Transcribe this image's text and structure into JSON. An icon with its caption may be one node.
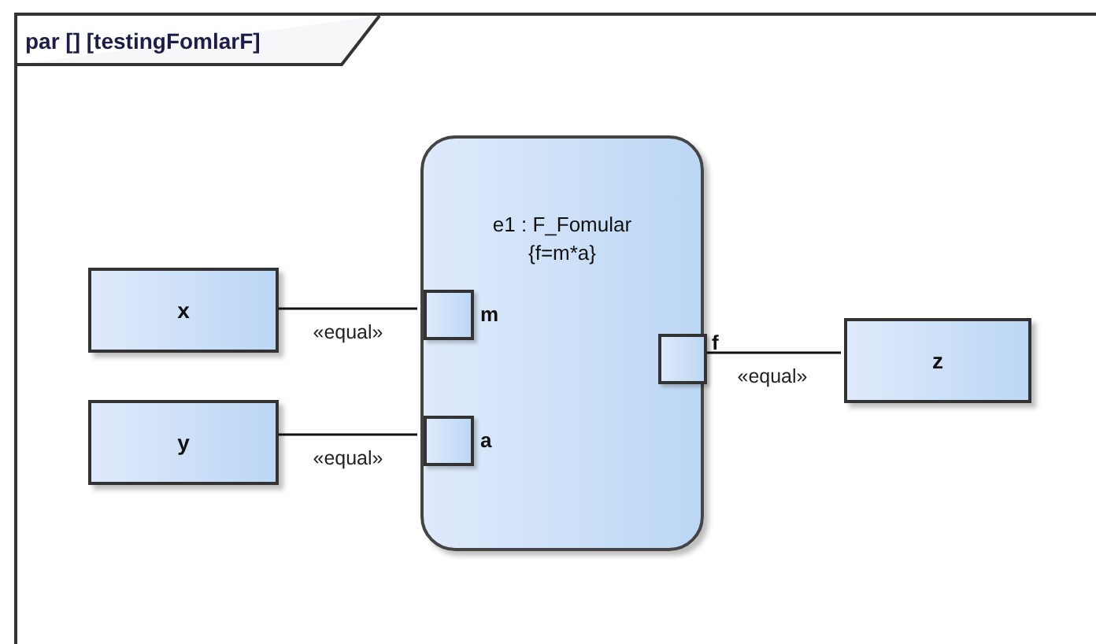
{
  "diagram": {
    "nodes": [
      {
        "text": [
          "par [] [testingFomlarF]"
        ]
      },
      {
        "text": [
          "x"
        ],
        "in": 0
      },
      {
        "text": [
          "y"
        ],
        "in": 0
      },
      {
        "text": [
          "e1 : F_Fomular",
          "{f=m*a}"
        ],
        "in": 0
      },
      {
        "text": [],
        "shape": "box",
        "in": 3,
        "beside": [
          "m"
        ]
      },
      {
        "text": [],
        "shape": "box",
        "in": 3,
        "beside": [
          "a"
        ]
      },
      {
        "text": [],
        "shape": "box",
        "in": 3,
        "beside": [
          "f"
        ]
      },
      {
        "text": [
          "z"
        ],
        "in": 0
      }
    ],
    "edges": [
      {
        "from": 1,
        "to": 4,
        "arrow": "none",
        "label": "«equal»"
      },
      {
        "from": 2,
        "to": 5,
        "arrow": "none",
        "label": "«equal»"
      },
      {
        "from": 6,
        "to": 7,
        "arrow": "none",
        "label": "«equal»"
      }
    ]
  }
}
